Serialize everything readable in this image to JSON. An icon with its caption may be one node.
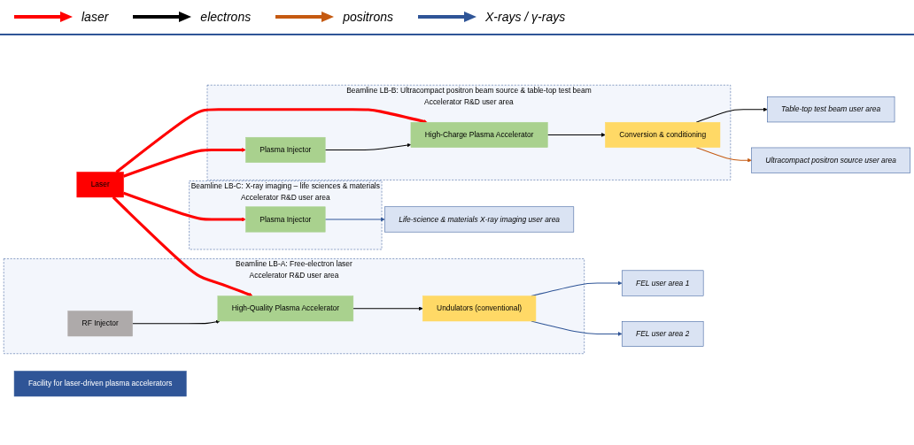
{
  "diagram": {
    "nodes": [
      {
        "text": [
          "Beamline LB-C: X-ray imaging – life sciences & materials",
          "Accelerator R&D user area"
        ]
      },
      {
        "text": [
          "Plasma Injector"
        ],
        "in": 0
      },
      {
        "text": [
          "Life-science & materials X-ray imaging user area"
        ]
      },
      {
        "text": [
          "Facility for laser-driven plasma accelerators"
        ]
      },
      {
        "text": [
          "Beamline LB-B: Ultracompact positron beam source & table-top test beam",
          "Accelerator R&D user area"
        ]
      },
      {
        "text": [
          "Plasma Injector"
        ],
        "in": 4
      },
      {
        "text": [
          "High-Charge Plasma Accelerator"
        ],
        "in": 4
      },
      {
        "text": [
          "Conversion & conditioning"
        ],
        "in": 4
      },
      {
        "text": [
          "Table-top test beam user area"
        ]
      },
      {
        "text": [
          "Ultracompact positron source user area"
        ]
      },
      {
        "text": [
          "Laser"
        ]
      },
      {
        "text": [
          "Beamline LB-A: Free-electron laser",
          "Accelerator R&D user area"
        ]
      },
      {
        "text": [
          "RF Injector"
        ],
        "in": 11
      },
      {
        "text": [
          "High-Quality Plasma Accelerator"
        ],
        "in": 11
      },
      {
        "text": [
          "Undulators (conventional)"
        ],
        "in": 11
      },
      {
        "text": [
          "FEL user area 1"
        ]
      },
      {
        "text": [
          "FEL user area 2"
        ]
      }
    ],
    "edges": [
      {
        "from": 10,
        "to": 1,
        "arrow": "to",
        "style": "thick",
        "color": "#ff0000"
      },
      {
        "from": 10,
        "to": 5,
        "arrow": "to",
        "style": "thick",
        "color": "#ff0000"
      },
      {
        "from": 10,
        "to": 6,
        "arrow": "to",
        "style": "thick",
        "color": "#ff0000"
      },
      {
        "from": 10,
        "to": 13,
        "arrow": "to",
        "style": "thick",
        "color": "#ff0000"
      },
      {
        "from": 1,
        "to": 2,
        "arrow": "to",
        "color": "#2f5597"
      },
      {
        "from": 5,
        "to": 6,
        "arrow": "to"
      },
      {
        "from": 6,
        "to": 7,
        "arrow": "to"
      },
      {
        "from": 7,
        "to": 8,
        "arrow": "to"
      },
      {
        "from": 7,
        "to": 9,
        "arrow": "to",
        "color": "#c55a11"
      },
      {
        "from": 12,
        "to": 13,
        "arrow": "to"
      },
      {
        "from": 13,
        "to": 14,
        "arrow": "to"
      },
      {
        "from": 14,
        "to": 15,
        "arrow": "to",
        "color": "#2f5597"
      },
      {
        "from": 14,
        "to": 16,
        "arrow": "to",
        "color": "#2f5597"
      }
    ],
    "legend": [
      {
        "text": "laser"
      },
      {
        "text": "electrons"
      },
      {
        "text": "positrons"
      },
      {
        "text": "X-rays / γ-rays"
      }
    ]
  }
}
